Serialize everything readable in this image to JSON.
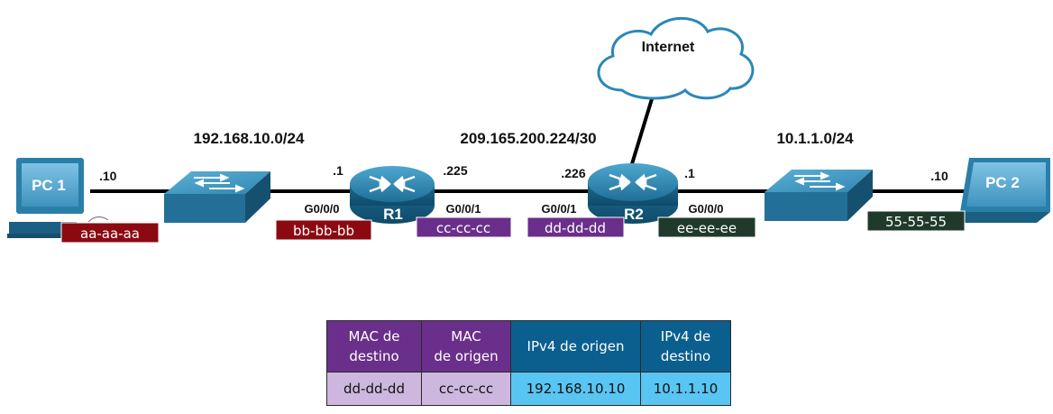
{
  "networks": {
    "lan1": "192.168.10.0/24",
    "wan": "209.165.200.224/30",
    "lan2": "10.1.1.0/24"
  },
  "cloud": {
    "label": "Internet"
  },
  "pc1": {
    "name": "PC 1",
    "host_ip": ".10",
    "mac": "aa-aa-aa"
  },
  "pc2": {
    "name": "PC 2",
    "host_ip": ".10",
    "mac": "55-55-55"
  },
  "r1": {
    "name": "R1",
    "g000": {
      "interface": "G0/0/0",
      "ip": ".1",
      "mac": "bb-bb-bb"
    },
    "g001": {
      "interface": "G0/0/1",
      "ip": ".225",
      "mac": "cc-cc-cc"
    }
  },
  "r2": {
    "name": "R2",
    "g001": {
      "interface": "G0/0/1",
      "ip": ".226",
      "mac": "dd-dd-dd"
    },
    "g000": {
      "interface": "G0/0/0",
      "ip": ".1",
      "mac": "ee-ee-ee"
    }
  },
  "table": {
    "headers": [
      "MAC de destino",
      "MAC de origen",
      "IPv4 de origen",
      "IPv4 de destino"
    ],
    "header_lines": [
      [
        "MAC de",
        "destino"
      ],
      [
        "MAC",
        "de origen"
      ],
      [
        "IPv4 de origen"
      ],
      [
        "IPv4 de",
        "destino"
      ]
    ],
    "row": [
      "dd-dd-dd",
      "cc-cc-cc",
      "192.168.10.10",
      "10.1.1.10"
    ]
  },
  "colors": {
    "mac_red": "#8b0a12",
    "mac_purple": "#6a2f8a",
    "mac_green": "#1f3a2a",
    "device_blue": "#2a7fa8",
    "table_header_purple": "#6a2f8a",
    "table_header_blue": "#0a5f8e",
    "table_cell_purple": "#cdb7de",
    "table_cell_blue": "#59c5f2"
  }
}
